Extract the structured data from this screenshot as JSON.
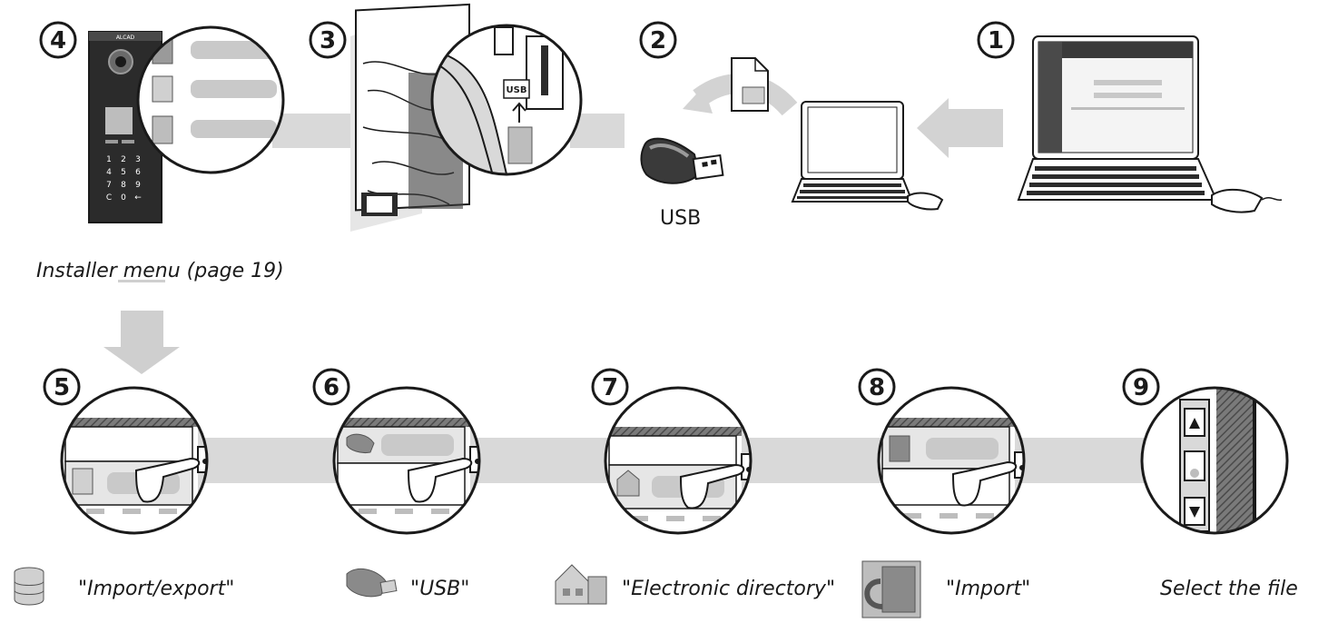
{
  "steps": {
    "s1": "1",
    "s2": "2",
    "s3": "3",
    "s4": "4",
    "s5": "5",
    "s6": "6",
    "s7": "7",
    "s8": "8",
    "s9": "9"
  },
  "usb_device_label": "USB",
  "installer_menu_label": "Installer menu (page 19)",
  "captions": {
    "c5": "\"Import/export\"",
    "c6": "\"USB\"",
    "c7": "\"Electronic directory\"",
    "c8": "\"Import\"",
    "c9": "Select the file"
  },
  "panel_brand": "ALCAD",
  "keypad_keys": [
    "1",
    "2",
    "3",
    "4",
    "5",
    "6",
    "7",
    "8",
    "9",
    "C",
    "0",
    "←"
  ],
  "colors": {
    "band": "#d9d9d9",
    "ink": "#1a1a1a",
    "panel": "#2b2b2b"
  }
}
